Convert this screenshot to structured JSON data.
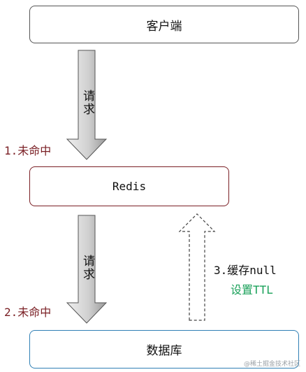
{
  "nodes": {
    "client": "客户端",
    "redis": "Redis",
    "database": "数据库"
  },
  "arrows": {
    "request_1": "请求",
    "request_2": "请求"
  },
  "notes": {
    "miss_1": "1.未命中",
    "miss_2": "2.未命中",
    "cache_null": "3.缓存null",
    "set_ttl": "设置TTL"
  },
  "colors": {
    "redis_border": "#7a1f24",
    "miss_text": "#7a1f24",
    "ttl_text": "#1aa15a",
    "db_border": "#2f7fb5"
  },
  "watermark": "@稀土掘金技术社区"
}
